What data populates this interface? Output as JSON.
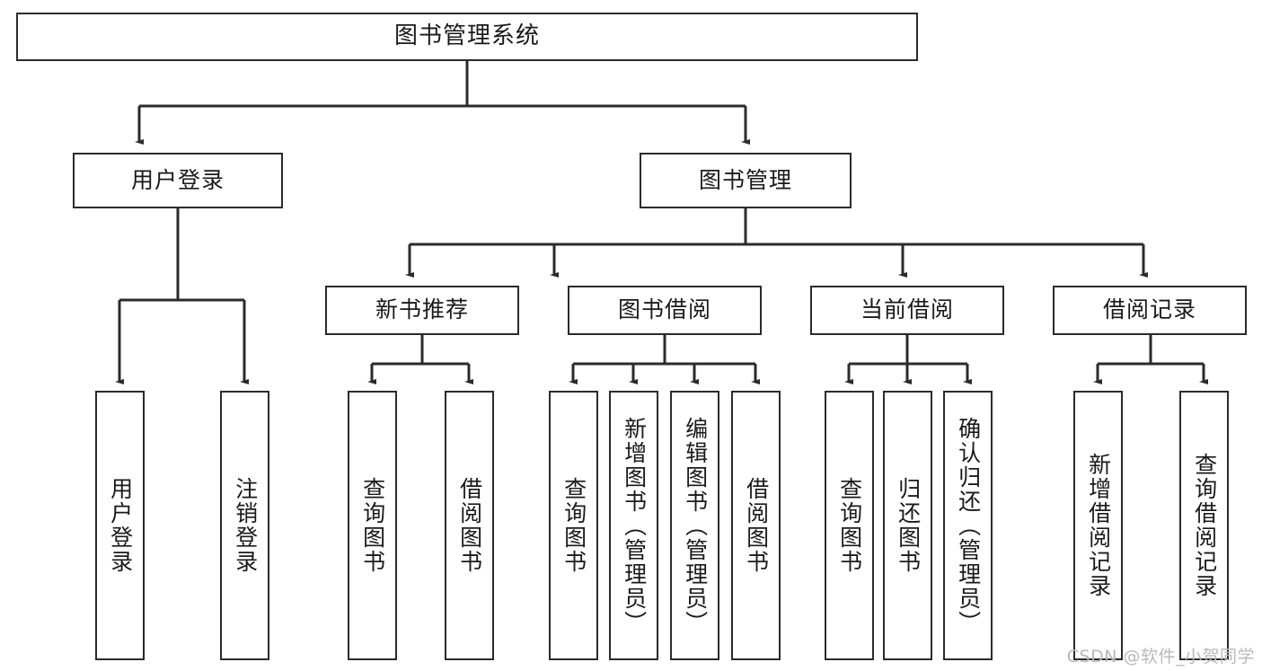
{
  "diagram": {
    "title": "图书管理系统",
    "type": "功能结构图",
    "root": {
      "label": "图书管理系统"
    },
    "level1": [
      {
        "label": "用户登录"
      },
      {
        "label": "图书管理"
      }
    ],
    "level2": [
      {
        "label": "新书推荐"
      },
      {
        "label": "图书借阅"
      },
      {
        "label": "当前借阅"
      },
      {
        "label": "借阅记录"
      }
    ],
    "leaves_user_login": [
      {
        "label": "用户登录"
      },
      {
        "label": "注销登录"
      }
    ],
    "leaves_new_book": [
      {
        "label": "查询图书"
      },
      {
        "label": "借阅图书"
      }
    ],
    "leaves_borrow": [
      {
        "label": "查询图书"
      },
      {
        "label": "新增图书（管理员）"
      },
      {
        "label": "编辑图书（管理员）"
      },
      {
        "label": "借阅图书"
      }
    ],
    "leaves_current": [
      {
        "label": "查询图书"
      },
      {
        "label": "归还图书"
      },
      {
        "label": "确认归还（管理员）"
      }
    ],
    "leaves_record": [
      {
        "label": "新增借阅记录"
      },
      {
        "label": "查询借阅记录"
      }
    ]
  },
  "watermark": {
    "text": "CSDN @软件_小贺同学"
  },
  "colors": {
    "stroke": "#2b2b2b",
    "fill": "#ffffff",
    "text": "#1a1a1a",
    "watermark": "#b9b9b9"
  }
}
